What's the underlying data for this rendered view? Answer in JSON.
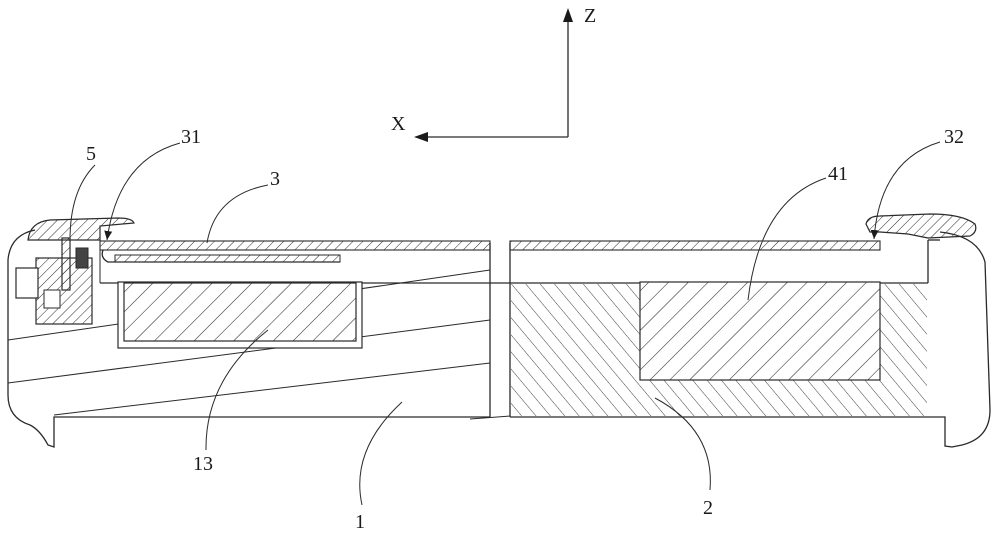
{
  "axes": {
    "z_label": "Z",
    "x_label": "X"
  },
  "reference_numerals": {
    "r5": "5",
    "r31": "31",
    "r3": "3",
    "r41": "41",
    "r32": "32",
    "r13": "13",
    "r1": "1",
    "r2": "2"
  }
}
